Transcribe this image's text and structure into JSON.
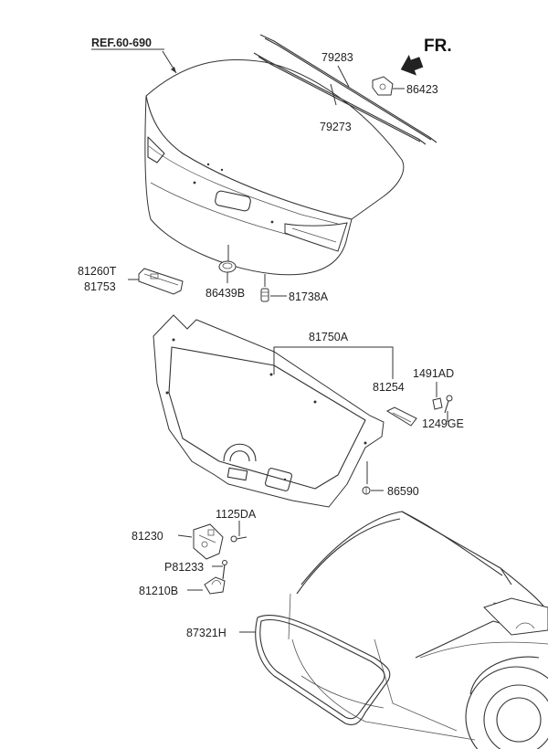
{
  "ref_label": "REF.60-690",
  "direction_label": "FR.",
  "parts": {
    "p79283": "79283",
    "p79273": "79273",
    "p86423": "86423",
    "p81260T": "81260T",
    "p81753": "81753",
    "p86439B": "86439B",
    "p81738A": "81738A",
    "p81750A": "81750A",
    "p81254": "81254",
    "p1491AD": "1491AD",
    "p1249GE": "1249GE",
    "p86590": "86590",
    "p1125DA": "1125DA",
    "p81230": "81230",
    "pP81233": "P81233",
    "p81210B": "81210B",
    "p87321H": "87321H"
  }
}
